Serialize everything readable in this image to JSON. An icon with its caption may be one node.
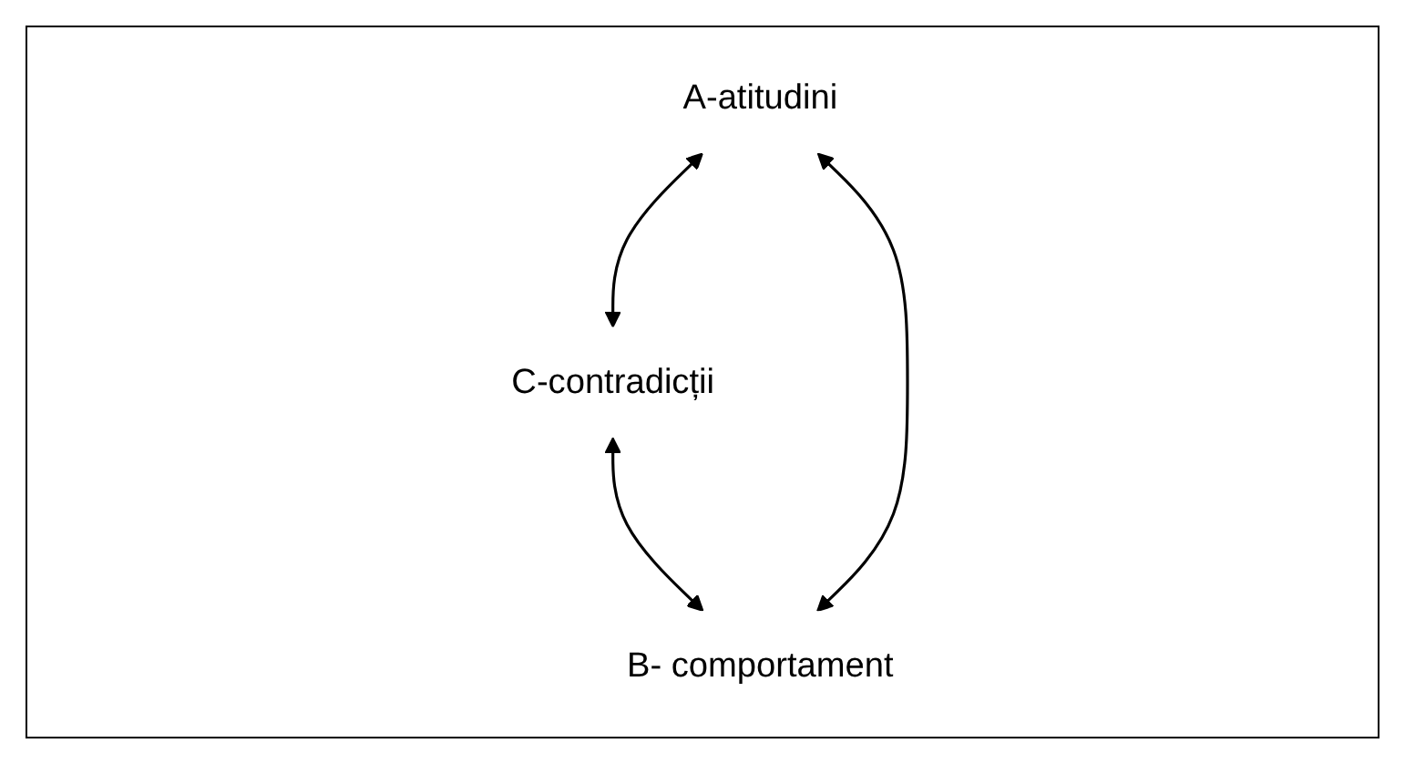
{
  "diagram": {
    "nodes": [
      {
        "text": [
          "C-contradicții"
        ]
      },
      {
        "text": [
          "A-atitudini"
        ]
      },
      {
        "text": [
          "B- comportament"
        ]
      }
    ],
    "edges": [
      {
        "from": 1,
        "to": 0,
        "arrow": "both"
      },
      {
        "from": 0,
        "to": 2,
        "arrow": "both"
      },
      {
        "from": 1,
        "to": 2,
        "arrow": "both"
      }
    ]
  }
}
